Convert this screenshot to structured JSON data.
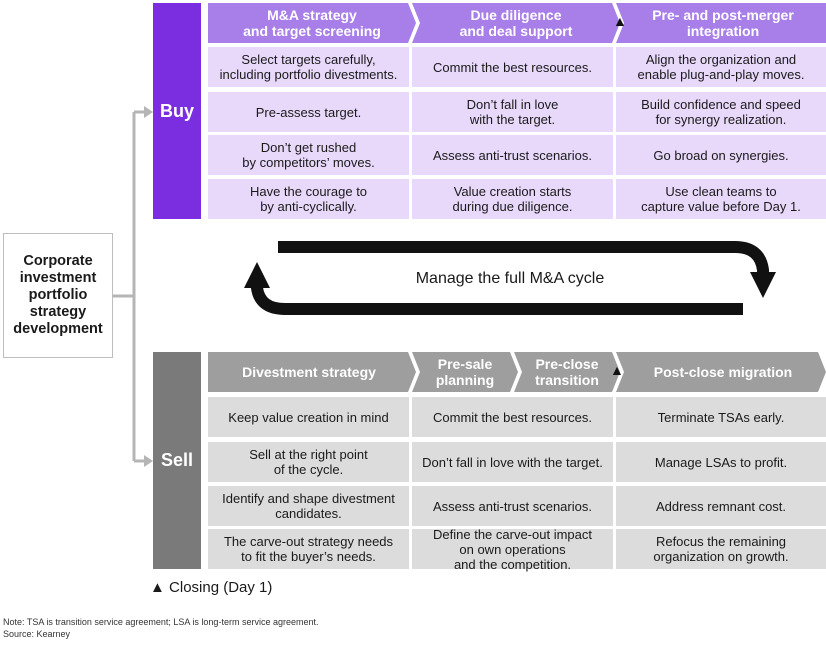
{
  "root_label_lines": [
    "Corporate",
    "investment",
    "portfolio",
    "strategy",
    "development"
  ],
  "buy": {
    "label": "Buy",
    "phases": [
      {
        "line1": "M&A strategy",
        "line2": "and target screening"
      },
      {
        "line1": "Due diligence",
        "line2": "and deal support"
      },
      {
        "line1": "Pre- and post-merger",
        "line2": "integration"
      }
    ],
    "rows": [
      [
        [
          "Select targets carefully,",
          "including portfolio divestments."
        ],
        [
          "Commit the best resources."
        ],
        [
          "Align the organization and",
          "enable plug-and-play moves."
        ]
      ],
      [
        [
          "Pre-assess target."
        ],
        [
          "Don’t fall in love",
          "with the target."
        ],
        [
          "Build confidence and speed",
          "for synergy realization."
        ]
      ],
      [
        [
          "Don’t get rushed",
          "by competitors’ moves."
        ],
        [
          "Assess anti-trust scenarios."
        ],
        [
          "Go broad on synergies."
        ]
      ],
      [
        [
          "Have the courage to",
          "by anti-cyclically."
        ],
        [
          "Value creation starts",
          "during due diligence."
        ],
        [
          "Use clean teams to",
          "capture value before Day 1."
        ]
      ]
    ]
  },
  "cycle_label": "Manage the full M&A cycle",
  "sell": {
    "label": "Sell",
    "phases": [
      {
        "line1": "Divestment strategy",
        "line2": ""
      },
      {
        "line1": "Pre-sale",
        "line2": "planning"
      },
      {
        "line1": "Pre-close",
        "line2": "transition"
      },
      {
        "line1": "Post-close migration",
        "line2": ""
      }
    ],
    "rows": [
      [
        [
          "Keep value creation in mind"
        ],
        [
          "Commit the best resources."
        ],
        [
          "Terminate TSAs early."
        ]
      ],
      [
        [
          "Sell at the right point",
          "of the cycle."
        ],
        [
          "Don’t fall in love with the target."
        ],
        [
          "Manage LSAs to profit."
        ]
      ],
      [
        [
          "Identify and shape divestment",
          "candidates."
        ],
        [
          "Assess anti-trust scenarios."
        ],
        [
          "Address remnant cost."
        ]
      ],
      [
        [
          "The carve-out strategy needs",
          "to fit the buyer’s needs."
        ],
        [
          "Define the carve-out impact",
          "on own operations",
          "and the competition."
        ],
        [
          "Refocus the remaining",
          "organization on growth."
        ]
      ]
    ]
  },
  "legend": {
    "symbol": "▲",
    "text": "Closing (Day 1)"
  },
  "note_lines": [
    "Note: TSA is transition service agreement; LSA is long-term service agreement.",
    "Source: Kearney"
  ],
  "colors": {
    "buy_primary": "#7a2ee0",
    "buy_phase": "#a87ee8",
    "buy_cell": "#e8d9fb",
    "sell_primary": "#7a7a7a",
    "sell_phase": "#9e9e9e",
    "sell_cell": "#dcdcdc"
  }
}
